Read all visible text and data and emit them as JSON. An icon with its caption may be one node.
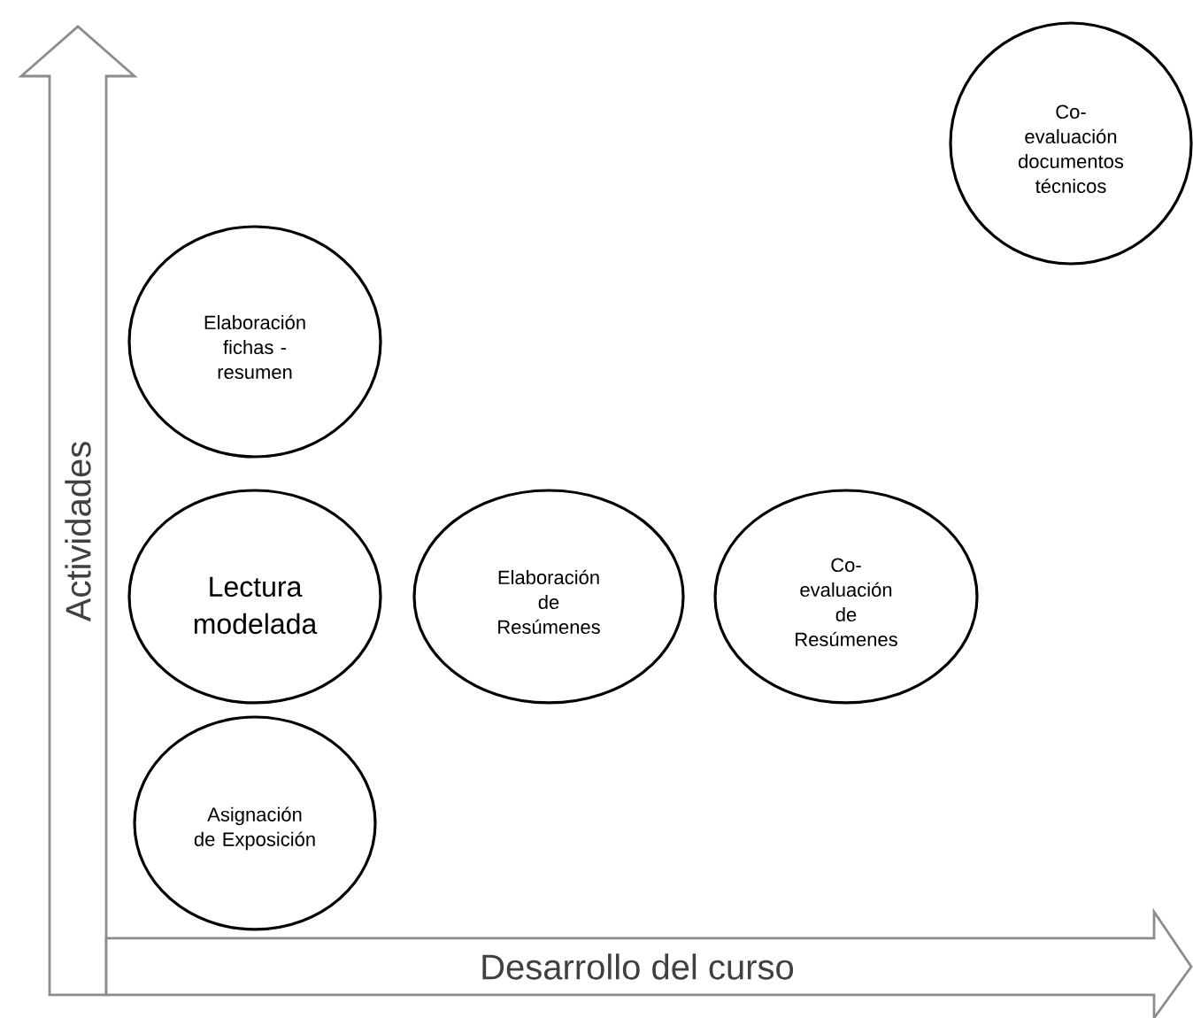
{
  "diagram": {
    "nodes": [
      {
        "text": [
          "Co-evaluación documentos técnicos"
        ]
      },
      {
        "text": [
          "Elaboración fichas - resumen"
        ]
      },
      {
        "text": [
          "Lectura modelada"
        ]
      },
      {
        "text": [
          "Elaboración de Resúmenes"
        ]
      },
      {
        "text": [
          "Co-evaluación de Resúmenes"
        ]
      },
      {
        "text": [
          "Asignación de Exposición"
        ]
      },
      {
        "text": [
          "Actividades"
        ]
      },
      {
        "text": [
          "Desarrollo del curso"
        ]
      }
    ]
  }
}
